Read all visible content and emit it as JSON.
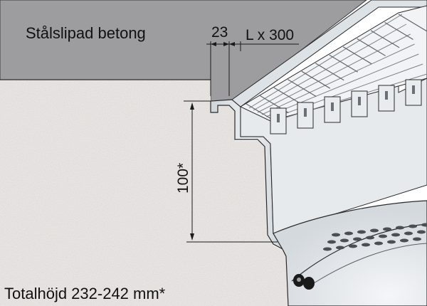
{
  "surface_label": "Stålslipad betong",
  "dim_flange": "23",
  "dim_length": "L x 300",
  "dim_depth": "100*",
  "total_height": "Totalhöjd 232-242 mm*",
  "colors": {
    "concrete_top": "#9d9d9f",
    "concrete_section": "#ece8e6",
    "steel": "#e2e6ea",
    "steel_dark": "#8e959c",
    "grate": "#f1f3f5",
    "line": "#2a2a2a"
  }
}
